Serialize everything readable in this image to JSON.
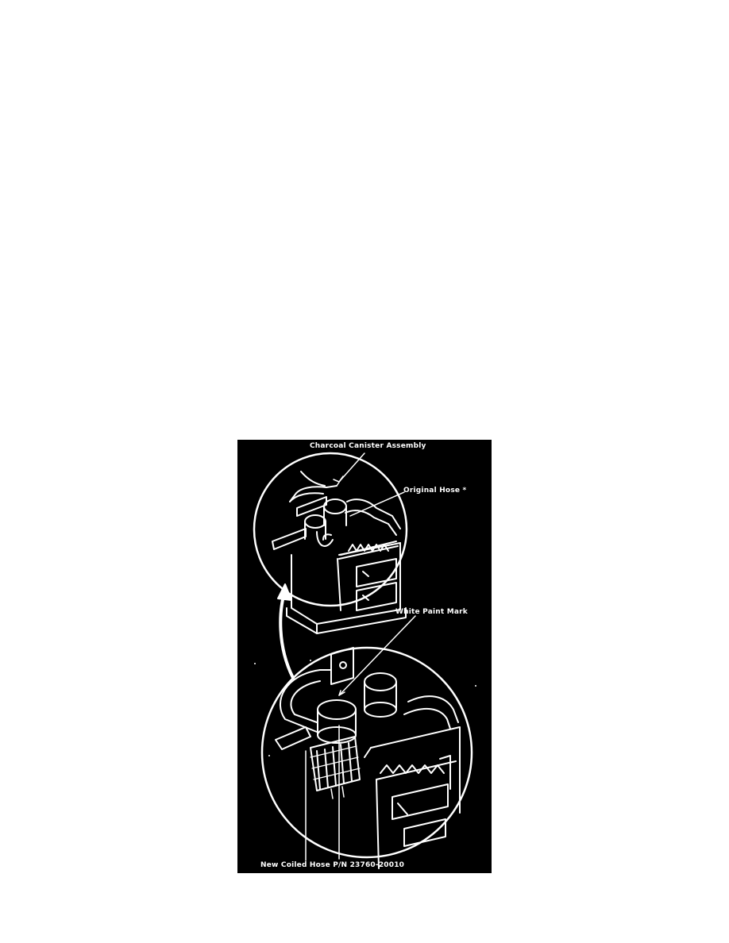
{
  "labels": {
    "canister": "Charcoal Canister Assembly",
    "original_hose": "Original Hose *",
    "white_paint_mark": "White Paint Mark",
    "coiled_hose": "New Coiled Hose P/N 23760-20010"
  },
  "colors": {
    "background": "#000000",
    "ink": "#ffffff"
  }
}
